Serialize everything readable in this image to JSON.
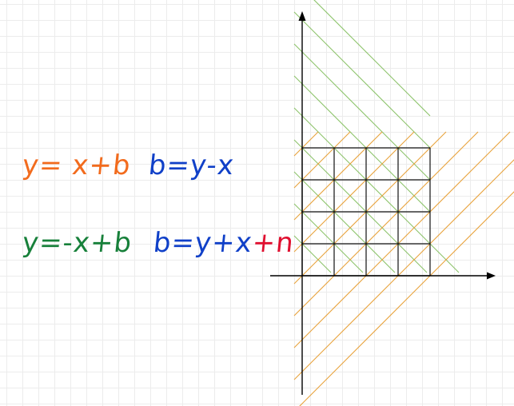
{
  "colors": {
    "orange": "#f26b1d",
    "blue": "#1040c8",
    "green": "#17803a",
    "red": "#e01030",
    "grid_black": "#111111",
    "green_line": "#8cc36a",
    "orange_line": "#e8a23a",
    "axis": "#000000"
  },
  "equations": {
    "orange_eq": "y= x+b",
    "blue_eq_1": "b=y-x",
    "green_eq": "y=-x+b",
    "blue_eq_2": "b=y+x",
    "red_suffix": "+n"
  },
  "diagram": {
    "grid_size": 4,
    "orange_diagonal_count": 9,
    "green_diagonal_count": 9
  }
}
